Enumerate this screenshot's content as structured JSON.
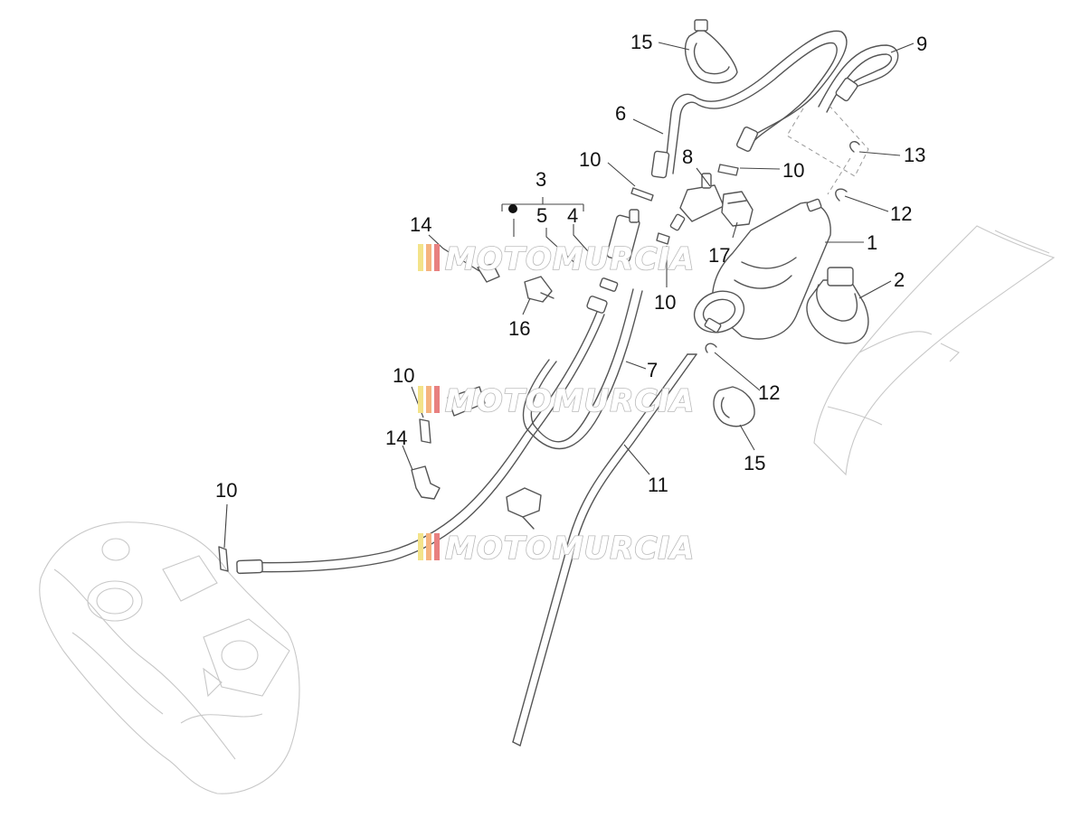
{
  "watermark": {
    "text": "MOTOMURCIA",
    "stripe_colors": [
      "#f3e38a",
      "#f5b37f",
      "#e88080"
    ]
  },
  "callouts": [
    {
      "id": "label-1",
      "text": "1"
    },
    {
      "id": "label-2",
      "text": "2"
    },
    {
      "id": "label-3",
      "text": "3"
    },
    {
      "id": "label-4",
      "text": "4"
    },
    {
      "id": "label-5",
      "text": "5"
    },
    {
      "id": "label-6",
      "text": "6"
    },
    {
      "id": "label-7",
      "text": "7"
    },
    {
      "id": "label-8",
      "text": "8"
    },
    {
      "id": "label-9",
      "text": "9"
    },
    {
      "id": "label-10a",
      "text": "10"
    },
    {
      "id": "label-10b",
      "text": "10"
    },
    {
      "id": "label-10c",
      "text": "10"
    },
    {
      "id": "label-10d",
      "text": "10"
    },
    {
      "id": "label-10e",
      "text": "10"
    },
    {
      "id": "label-11",
      "text": "11"
    },
    {
      "id": "label-12a",
      "text": "12"
    },
    {
      "id": "label-12b",
      "text": "12"
    },
    {
      "id": "label-13",
      "text": "13"
    },
    {
      "id": "label-14a",
      "text": "14"
    },
    {
      "id": "label-14b",
      "text": "14"
    },
    {
      "id": "label-15a",
      "text": "15"
    },
    {
      "id": "label-15b",
      "text": "15"
    },
    {
      "id": "label-16",
      "text": "16"
    },
    {
      "id": "label-17",
      "text": "17"
    }
  ]
}
